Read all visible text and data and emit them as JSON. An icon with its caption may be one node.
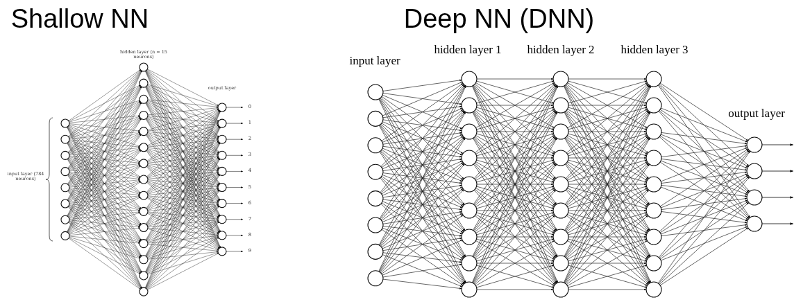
{
  "diagram": {
    "labels": [
      "Shallow NN",
      "Deep NN (DNN)",
      "hidden layer (n = 15 neurons)",
      "hidden layer 1",
      "hidden layer 2",
      "hidden layer 3",
      "input layer",
      "output layer",
      "output layer",
      "input layer (784 neurons)",
      "0",
      "1",
      "2",
      "3",
      "4",
      "5",
      "6",
      "7",
      "8",
      "9"
    ]
  }
}
